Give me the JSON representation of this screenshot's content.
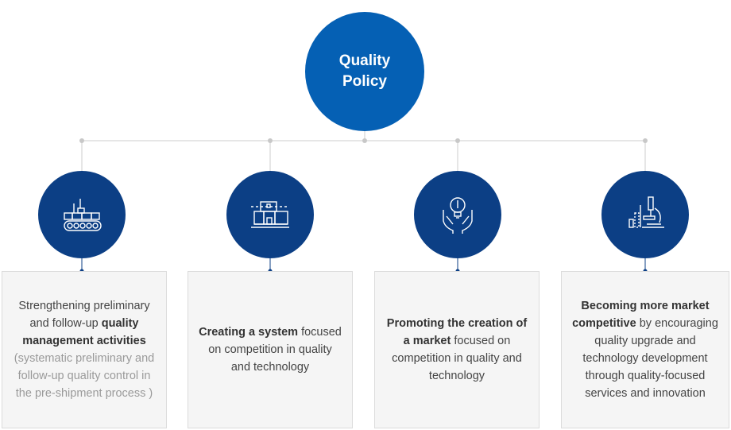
{
  "center": {
    "line1": "Quality",
    "line2": "Policy"
  },
  "nodes": [
    {
      "icon": "factory-conveyor-icon",
      "pre": "Strengthening preliminary and follow-up ",
      "bold": "quality management activities",
      "post": "",
      "muted": "(systematic preliminary and follow-up quality control in the pre-shipment process )"
    },
    {
      "icon": "system-building-icon",
      "pre": "",
      "bold": "Creating a system",
      "post": " focused on competition in quality and technology",
      "muted": ""
    },
    {
      "icon": "lightbulb-hands-icon",
      "pre": "",
      "bold": "Promoting the creation of a market",
      "post": " focused on competition in quality and technology",
      "muted": ""
    },
    {
      "icon": "microscope-chart-icon",
      "pre": "",
      "bold": "Becoming more market competitive",
      "post": " by encouraging quality upgrade and technology development through quality-focused services and innovation",
      "muted": ""
    }
  ],
  "colors": {
    "center": "#0560b4",
    "node": "#0c3f85",
    "line": "#cccccc",
    "dot": "#0c3f85"
  }
}
